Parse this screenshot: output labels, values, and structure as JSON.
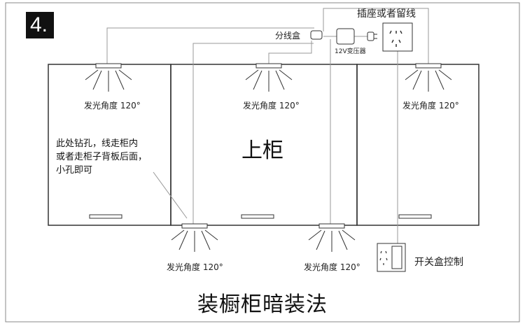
{
  "step_badge": "4.",
  "labels": {
    "outlet_or_reserved_wire": "插座或者留线",
    "junction_box": "分线盒",
    "transformer": "12V变压器",
    "upper_cabinet": "上柜",
    "switch_box_control": "开关盒控制",
    "light_angle": "发光角度 120°"
  },
  "note_lines": [
    "此处钻孔，线走柜内",
    "或者走柜子背板后面，",
    "小孔即可"
  ],
  "title": "装橱柜暗装法"
}
